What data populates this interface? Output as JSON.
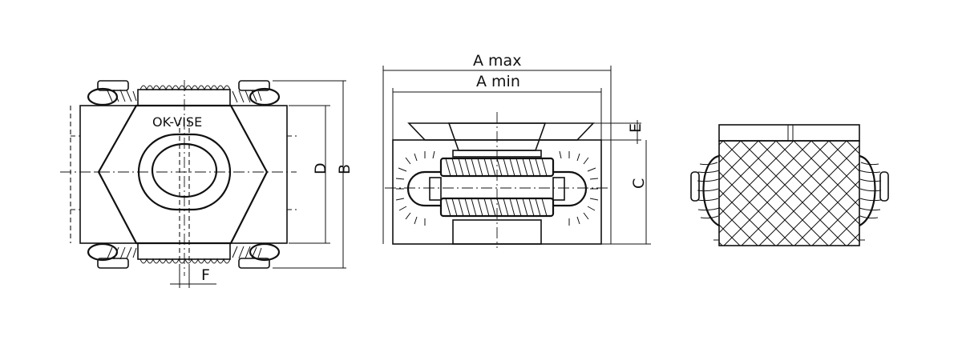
{
  "labels": {
    "brand": "OK-VISE",
    "a_max": "A max",
    "a_min": "A min",
    "d": "D",
    "b": "B",
    "f": "F",
    "e": "E",
    "c": "C"
  },
  "colors": {
    "ink": "#111111",
    "paper": "#ffffff"
  }
}
